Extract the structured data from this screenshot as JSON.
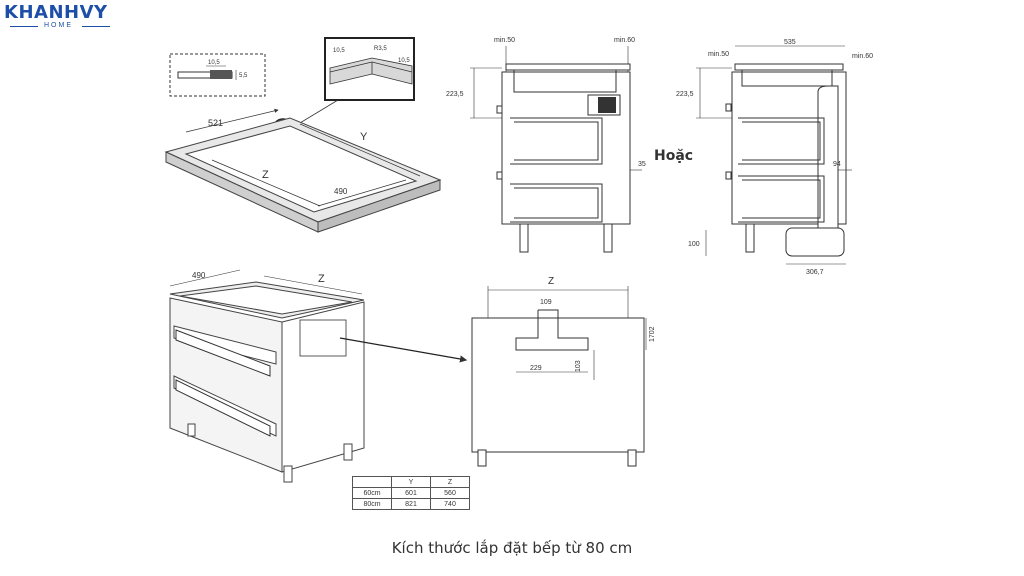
{
  "logo": {
    "name": "KHANHVY",
    "sub": "HOME"
  },
  "caption": "Kích thước lắp đặt bếp từ 80 cm",
  "labels": {
    "hoac": "Hoặc",
    "cutout_w": "521",
    "cutout_d": "490",
    "cutout_y": "Y",
    "cutout_z": "Z",
    "detail_a": "10,5",
    "detail_b": "5,5",
    "detail_c": "10,5",
    "detail_r": "R3,5",
    "detail_d": "10,5",
    "s1_min50": "min.50",
    "s1_min60": "min.60",
    "s1_h": "223,5",
    "s1_35": "35",
    "s2_535": "535",
    "s2_min50": "min.50",
    "s2_min60": "min.60",
    "s2_h": "223,5",
    "s2_94": "94",
    "s2_100": "100",
    "s2_306": "306,7",
    "cab_490": "490",
    "cab_z": "Z",
    "back_z": "Z",
    "back_109": "109",
    "back_1702": "1702",
    "back_229": "229",
    "back_103": "103"
  },
  "table": {
    "header": [
      "",
      "Y",
      "Z"
    ],
    "rows": [
      [
        "60cm",
        "601",
        "560"
      ],
      [
        "80cm",
        "821",
        "740"
      ]
    ]
  }
}
